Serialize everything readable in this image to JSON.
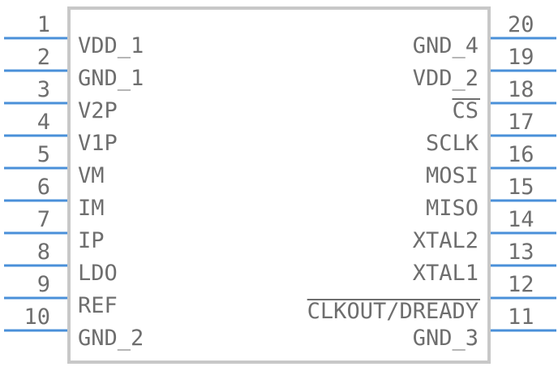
{
  "colors": {
    "body_outline": "#c8c8c8",
    "pin_line": "#4a90d9",
    "text": "#6e6e6e",
    "background": "#ffffff"
  },
  "left_pins": [
    {
      "number": "1",
      "name": "VDD_1"
    },
    {
      "number": "2",
      "name": "GND_1"
    },
    {
      "number": "3",
      "name": "V2P"
    },
    {
      "number": "4",
      "name": "V1P"
    },
    {
      "number": "5",
      "name": "VM"
    },
    {
      "number": "6",
      "name": "IM"
    },
    {
      "number": "7",
      "name": "IP"
    },
    {
      "number": "8",
      "name": "LDO"
    },
    {
      "number": "9",
      "name": "REF"
    },
    {
      "number": "10",
      "name": "GND_2"
    }
  ],
  "right_pins": [
    {
      "number": "20",
      "name": "GND_4",
      "overbar": false
    },
    {
      "number": "19",
      "name": "VDD_2",
      "overbar": false
    },
    {
      "number": "18",
      "name": "CS",
      "overbar": true
    },
    {
      "number": "17",
      "name": "SCLK",
      "overbar": false
    },
    {
      "number": "16",
      "name": "MOSI",
      "overbar": false
    },
    {
      "number": "15",
      "name": "MISO",
      "overbar": false
    },
    {
      "number": "14",
      "name": "XTAL2",
      "overbar": false
    },
    {
      "number": "13",
      "name": "XTAL1",
      "overbar": false
    },
    {
      "number": "12",
      "name": "CLKOUT/DREADY",
      "overbar": true
    },
    {
      "number": "11",
      "name": "GND_3",
      "overbar": false
    }
  ]
}
